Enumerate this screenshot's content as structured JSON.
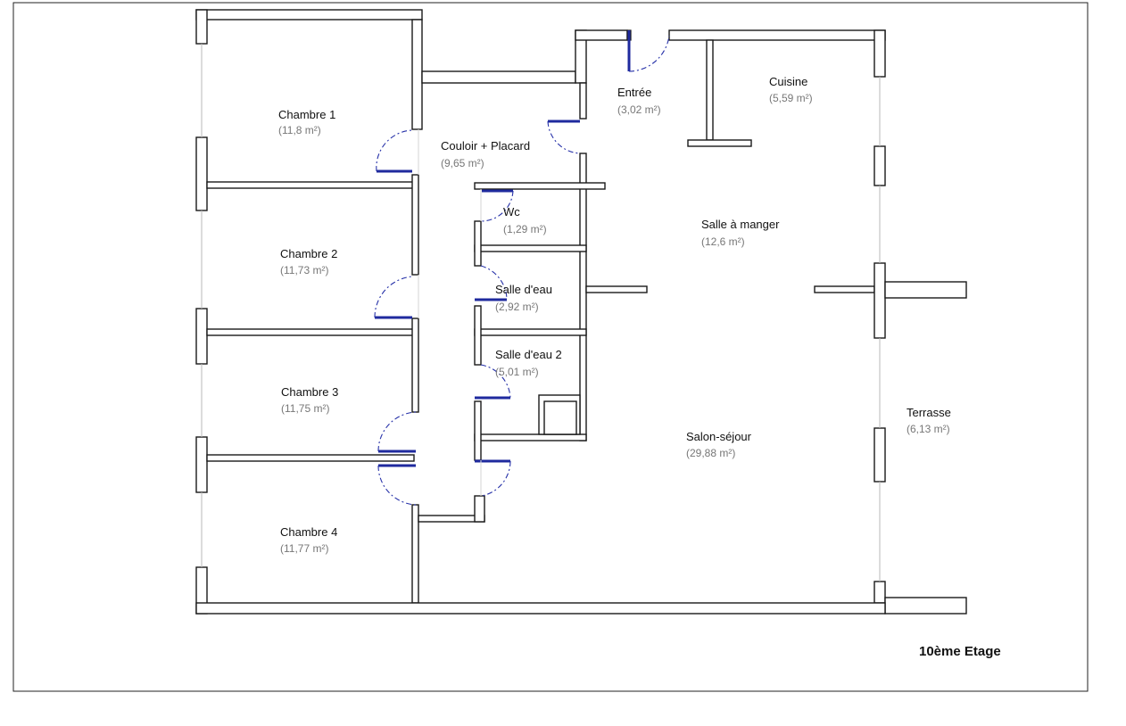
{
  "floor_label": "10ème Etage",
  "rooms": {
    "chambre1": {
      "name": "Chambre 1",
      "area": "(11,8 m²)"
    },
    "chambre2": {
      "name": "Chambre 2",
      "area": "(11,73 m²)"
    },
    "chambre3": {
      "name": "Chambre 3",
      "area": "(11,75 m²)"
    },
    "chambre4": {
      "name": "Chambre 4",
      "area": "(11,77 m²)"
    },
    "couloir": {
      "name": "Couloir + Placard",
      "area": "(9,65 m²)"
    },
    "entree": {
      "name": "Entrée",
      "area": "(3,02 m²)"
    },
    "cuisine": {
      "name": "Cuisine",
      "area": "(5,59 m²)"
    },
    "wc": {
      "name": "Wc",
      "area": "(1,29 m²)"
    },
    "salle_eau": {
      "name": "Salle d'eau",
      "area": "(2,92 m²)"
    },
    "salle_eau2": {
      "name": "Salle d'eau 2",
      "area": "(5,01 m²)"
    },
    "salle_manger": {
      "name": "Salle à manger",
      "area": "(12,6 m²)"
    },
    "salon": {
      "name": "Salon-séjour",
      "area": "(29,88 m²)"
    },
    "terrasse": {
      "name": "Terrasse",
      "area": "(6,13 m²)"
    }
  },
  "colors": {
    "wall": "#1a1a1a",
    "door": "#1f2a9e",
    "text": "#111111",
    "area_text": "#777777"
  }
}
